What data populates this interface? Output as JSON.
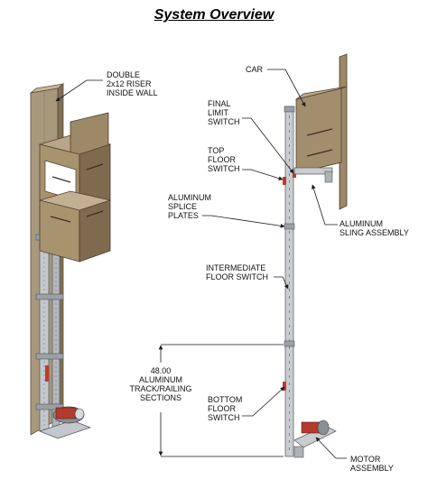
{
  "title": "System Overview",
  "labels": {
    "double_riser": [
      "DOUBLE",
      "2x12 RISER",
      "INSIDE WALL"
    ],
    "car": "CAR",
    "final_limit": [
      "FINAL",
      "LIMIT",
      "SWITCH"
    ],
    "top_floor": [
      "TOP",
      "FLOOR",
      "SWITCH"
    ],
    "splice": [
      "ALUMINUM",
      "SPLICE",
      "PLATES"
    ],
    "sling": [
      "ALUMINUM",
      "SLING ASSEMBLY"
    ],
    "intermediate": [
      "INTERMEDIATE",
      "FLOOR SWITCH"
    ],
    "track": [
      "48.00",
      "ALUMINUM",
      "TRACK/RAILING",
      "SECTIONS"
    ],
    "bottom_floor": [
      "BOTTOM",
      "FLOOR",
      "SWITCH"
    ],
    "motor": [
      "MOTOR",
      "ASSEMBLY"
    ]
  },
  "colors": {
    "wood": "#a8987c",
    "wood_dark": "#7f6f56",
    "car": "#9d8868",
    "car_dark": "#6f5f47",
    "metal": "#c4c8ce",
    "metal_dark": "#7a7f86",
    "red": "#c0392b",
    "line": "#1a1a1a"
  }
}
